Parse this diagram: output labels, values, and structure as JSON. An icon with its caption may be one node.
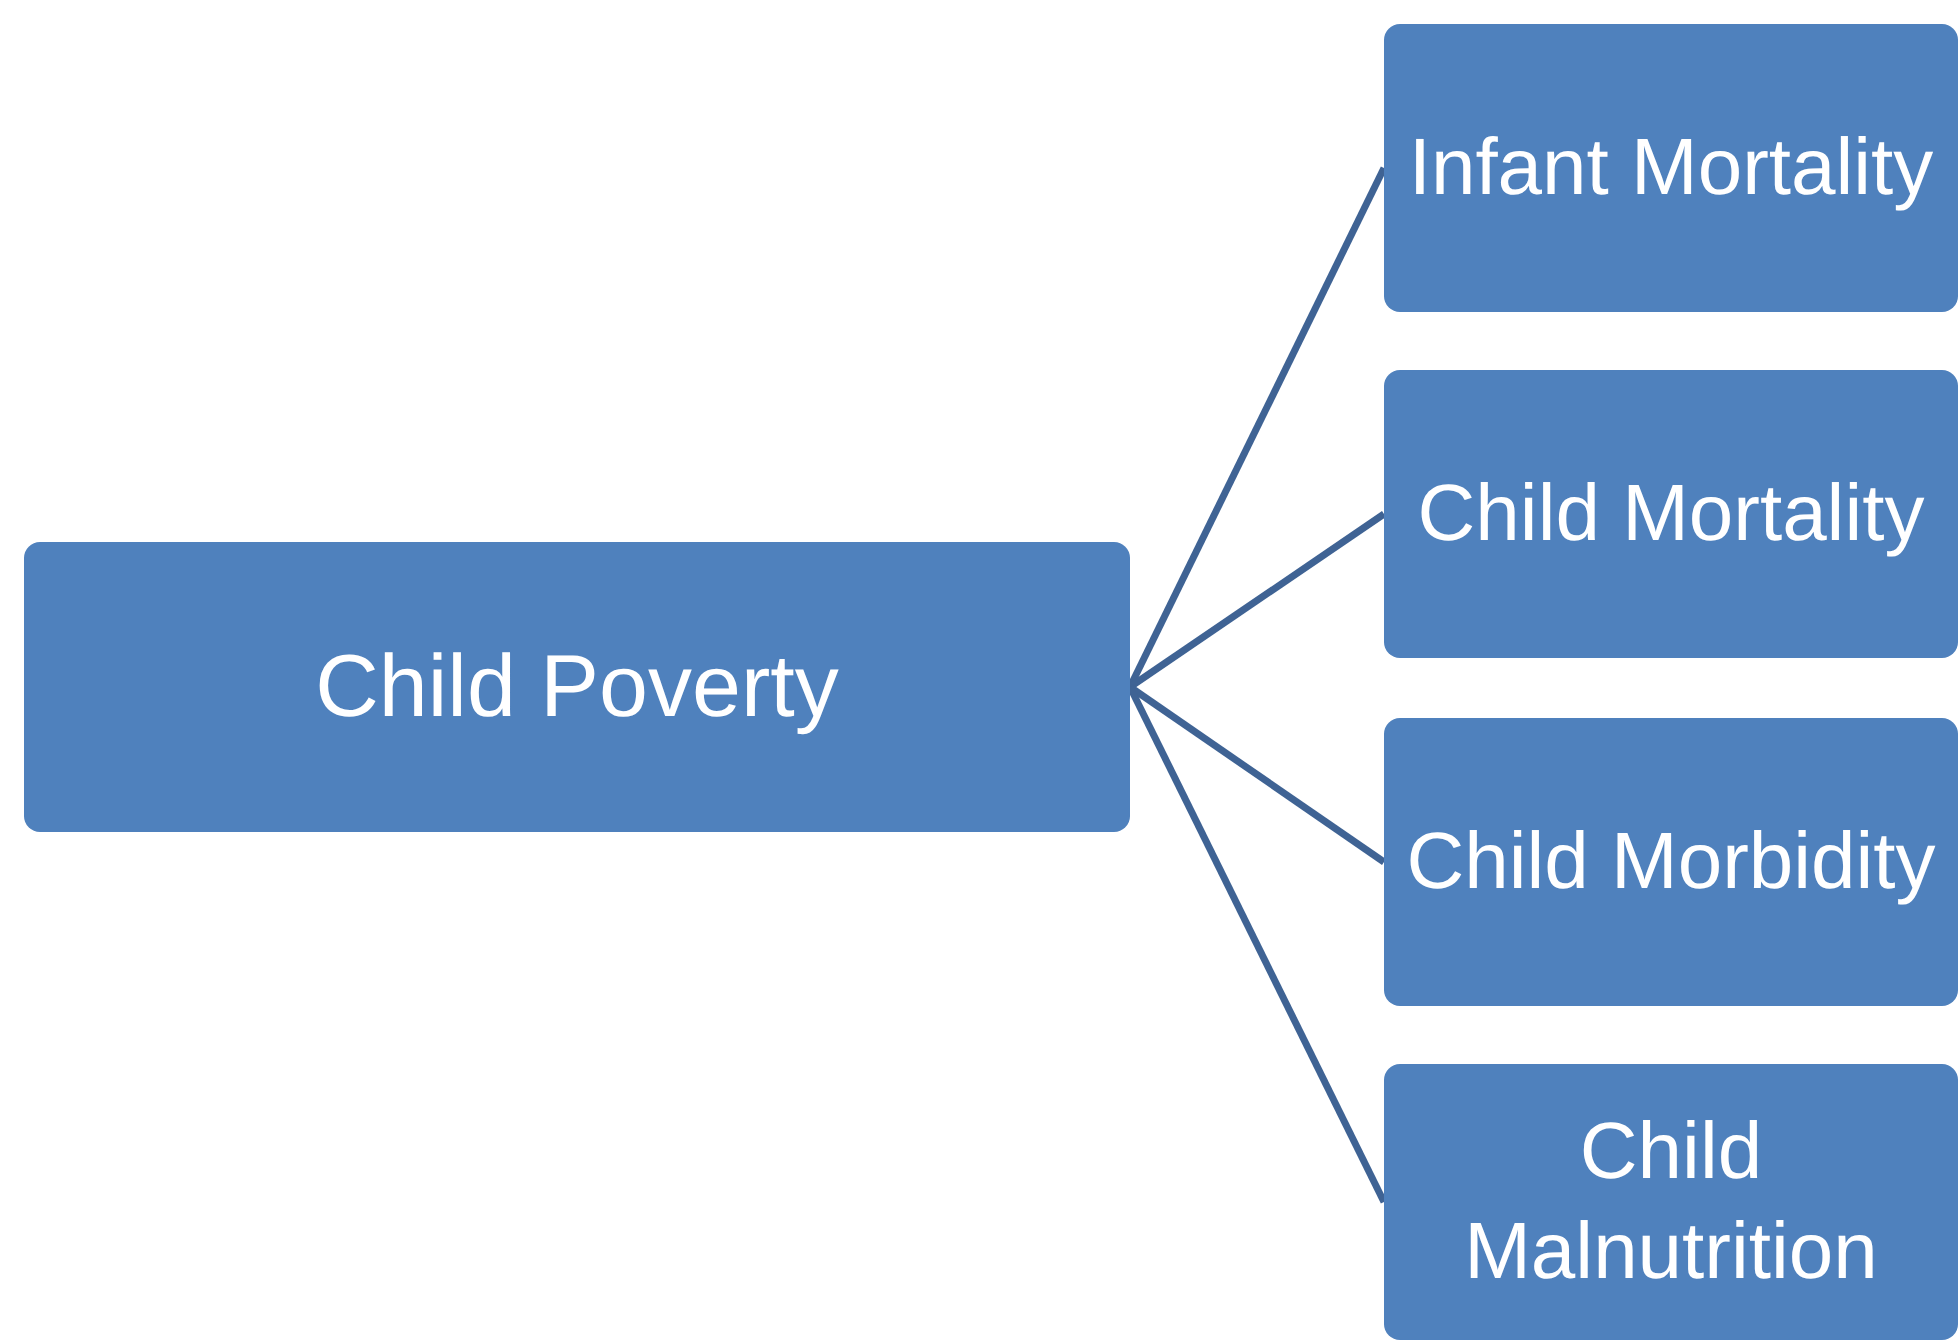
{
  "diagram": {
    "nodes": [
      {
        "text": [
          "Child Poverty"
        ]
      },
      {
        "text": [
          "Infant Mortality"
        ]
      },
      {
        "text": [
          "Child Mortality"
        ]
      },
      {
        "text": [
          "Child Morbidity"
        ]
      },
      {
        "text": [
          "Child Malnutrition"
        ]
      }
    ],
    "edges": [
      {
        "from": 0,
        "to": 1,
        "arrow": "none"
      },
      {
        "from": 0,
        "to": 2,
        "arrow": "none"
      },
      {
        "from": 0,
        "to": 3,
        "arrow": "none"
      },
      {
        "from": 0,
        "to": 4,
        "arrow": "none"
      }
    ]
  }
}
